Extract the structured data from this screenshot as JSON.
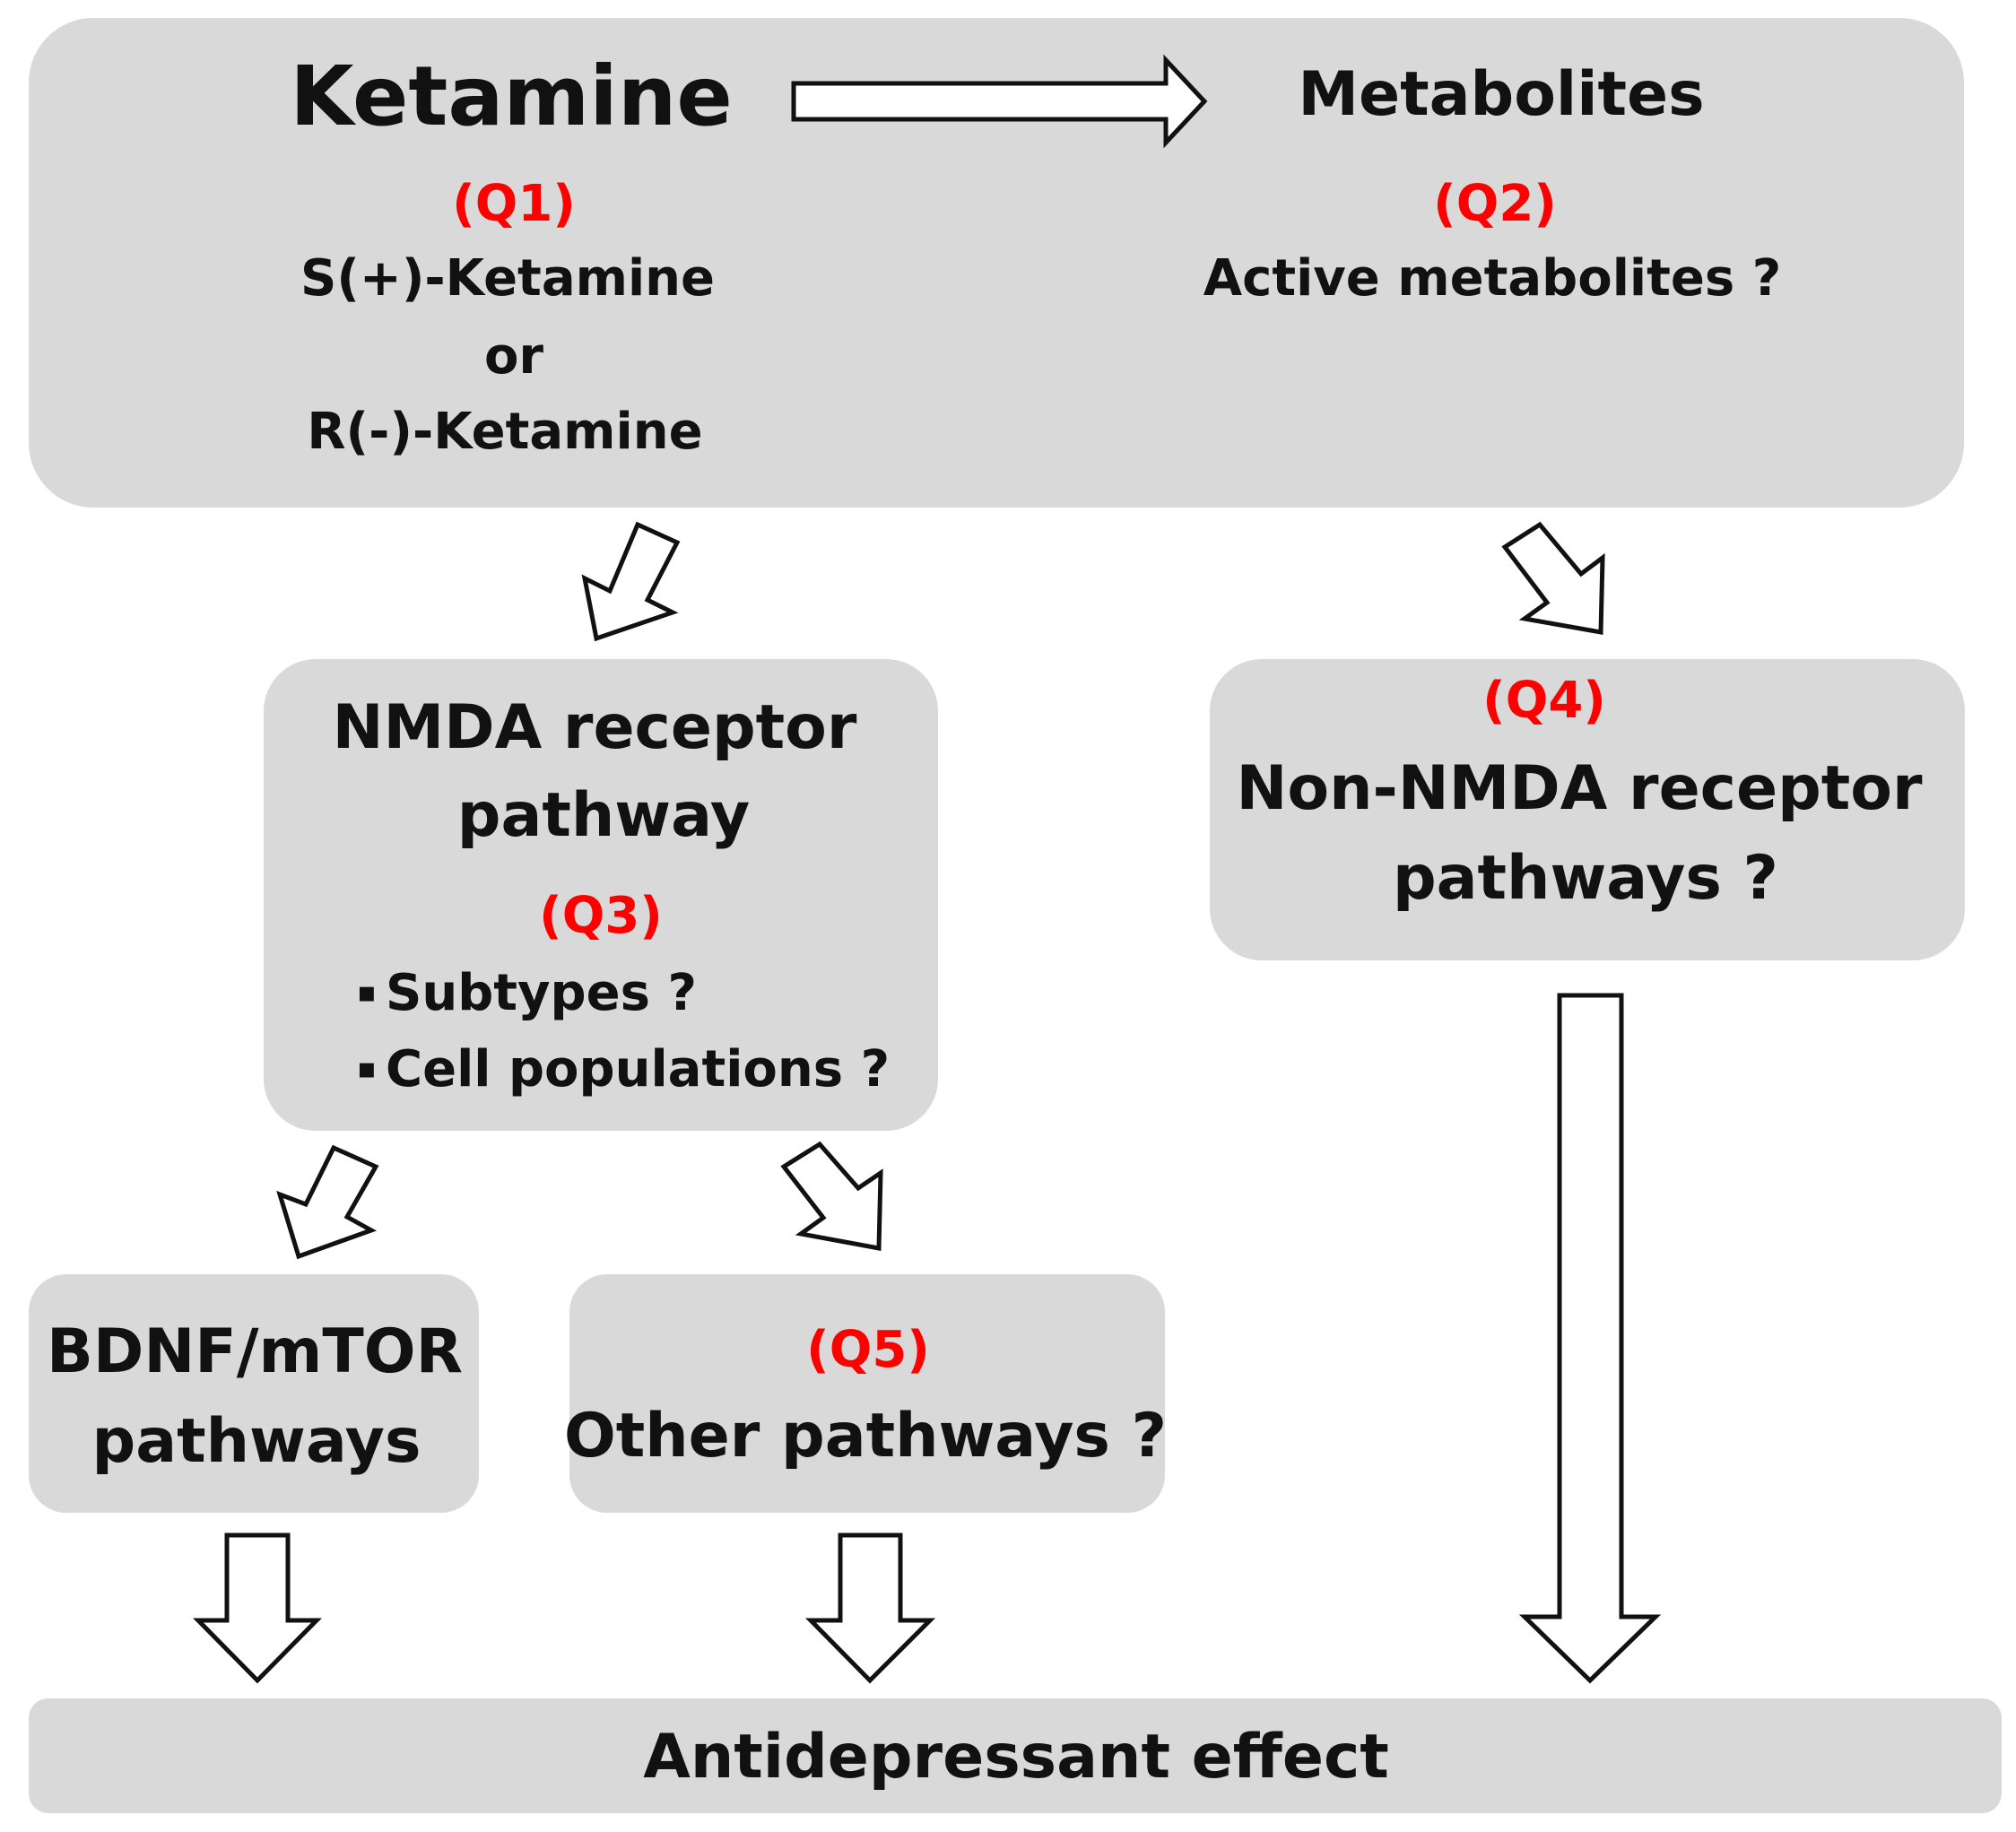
{
  "top_box": {
    "ketamine_title": "Ketamine",
    "q1_label": "(Q1)",
    "ketamine_lines": [
      "S(+)-Ketamine",
      "or",
      "R(-)-Ketamine"
    ],
    "metabolites_title": "Metabolites",
    "q2_label": "(Q2)",
    "metabolites_question": "Active metabolites ?"
  },
  "nmda_box": {
    "title_lines": [
      "NMDA receptor",
      "pathway"
    ],
    "q3_label": "(Q3)",
    "bullets": [
      "Subtypes ?",
      "Cell populations ?"
    ],
    "bullet_marker": "▪"
  },
  "non_nmda_box": {
    "q4_label": "(Q4)",
    "title_lines": [
      "Non-NMDA  receptor",
      "pathways ?"
    ]
  },
  "bdnf_box": {
    "title_lines": [
      "BDNF/mTOR",
      "pathways"
    ]
  },
  "other_box": {
    "q5_label": "(Q5)",
    "title": "Other pathways ?"
  },
  "effect_box": {
    "title": "Antidepressant effect"
  },
  "colors": {
    "box_fill": "#d9d9d9",
    "question_red": "#ff0000",
    "text": "#111111"
  }
}
